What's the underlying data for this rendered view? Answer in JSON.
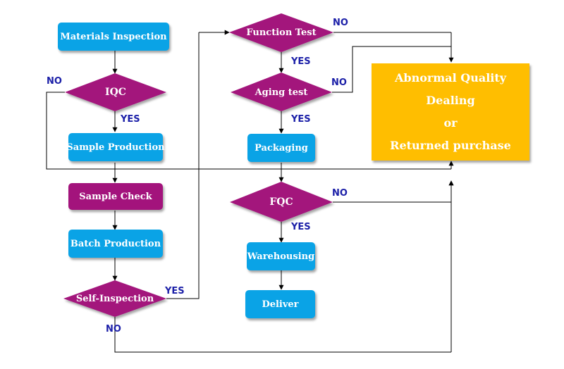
{
  "process": {
    "materials_inspection": "Materials Inspection",
    "sample_production": "Sample Production",
    "sample_check": "Sample Check",
    "batch_production": "Batch Production",
    "packaging": "Packaging",
    "warehousing": "Warehousing",
    "deliver": "Deliver"
  },
  "decisions": {
    "iqc": "IQC",
    "self_inspection": "Self-Inspection",
    "function_test": "Function Test",
    "aging_test": "Aging test",
    "fqc": "FQC"
  },
  "result": {
    "line1": "Abnormal Quality Dealing",
    "line2": "or",
    "line3": "Returned purchase"
  },
  "labels": {
    "yes": "YES",
    "no": "NO"
  },
  "colors": {
    "process_blue": "#0aa3e6",
    "decision_purple": "#a3137c",
    "result_orange": "#ffbe00",
    "label_blue": "#1c20a8"
  }
}
